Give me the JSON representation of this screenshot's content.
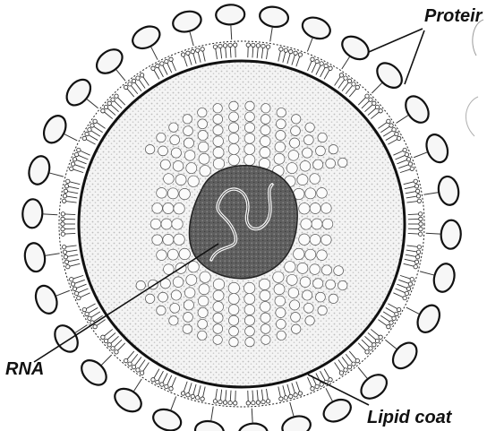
{
  "labels": {
    "protein": "Proteir",
    "rna": "RNA",
    "lipid_coat": "Lipid coat"
  },
  "colors": {
    "ink": "#111111",
    "core_fill": "#5f5f5f",
    "sphere_fill": "#f2f2f2",
    "protein_fill": "#f7f7f7",
    "stipple": "#bdbdbd"
  },
  "structure": {
    "outer_protein_count": 30,
    "lipid_unit_count": 34
  }
}
